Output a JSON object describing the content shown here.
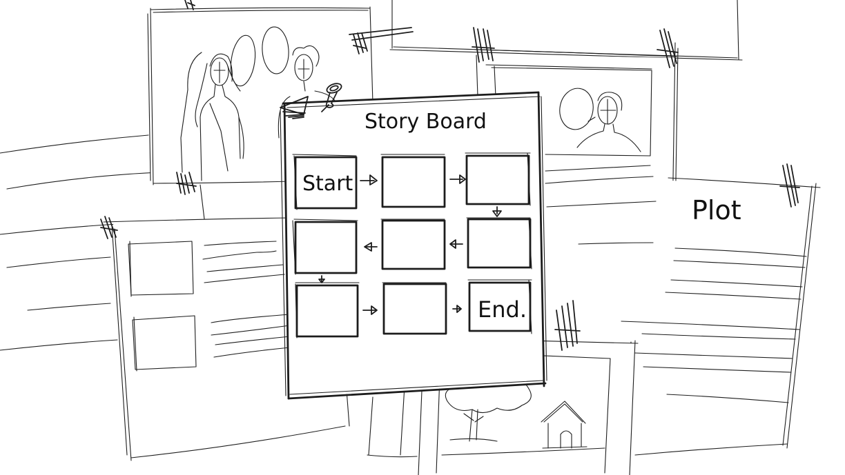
{
  "storyboard": {
    "title": "Story Board",
    "start_label": "Start",
    "end_label": "End."
  },
  "plot_sheet": {
    "label": "Plot"
  },
  "icons": [
    "tape-icon",
    "pushpin-icon",
    "folded-corner-icon",
    "arrow-icon"
  ]
}
